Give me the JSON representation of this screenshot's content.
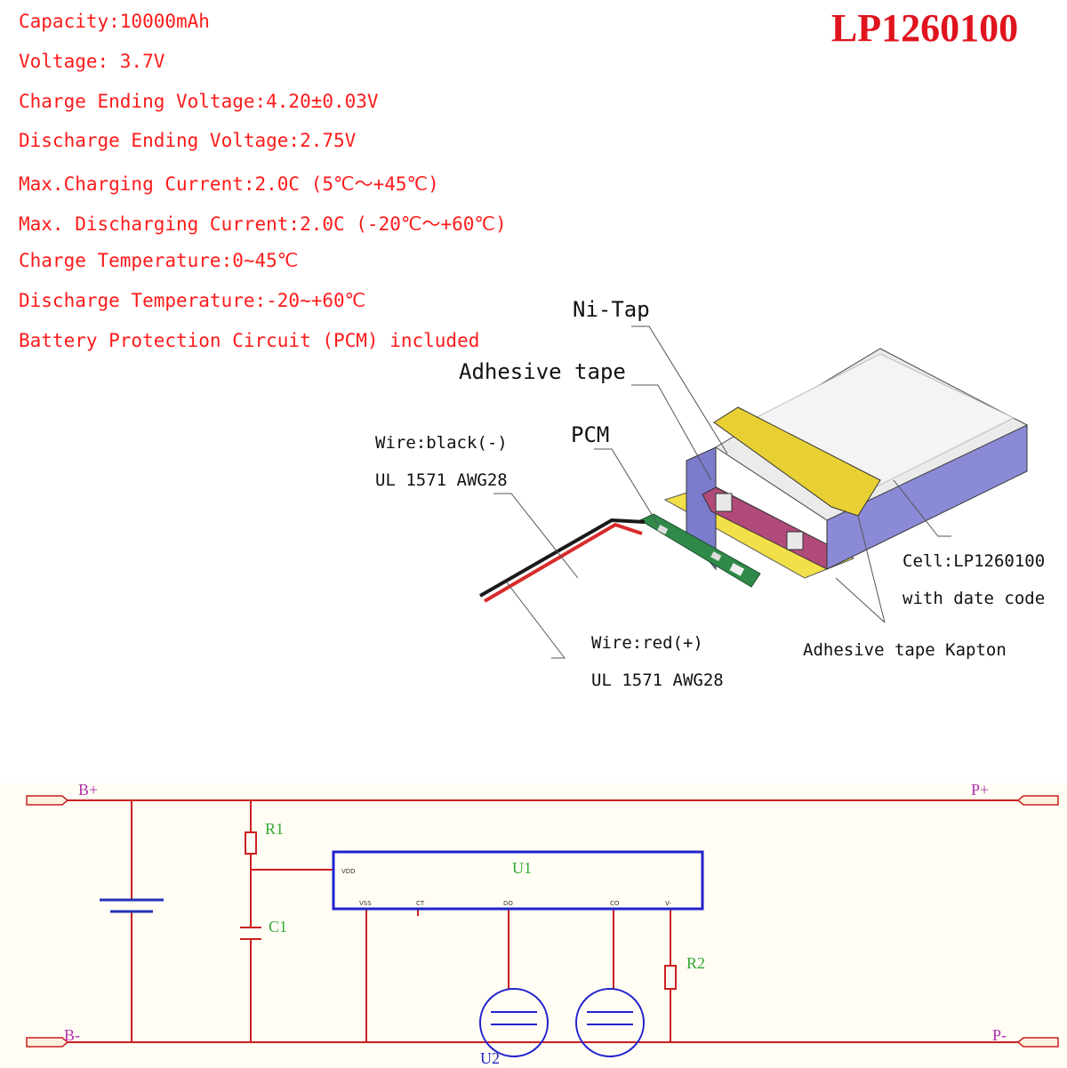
{
  "specs": [
    "Capacity:10000mAh",
    "Voltage: 3.7V",
    "Charge Ending Voltage:4.20±0.03V",
    "Discharge Ending Voltage:2.75V",
    "Max.Charging Current:2.0C (5℃～+45℃)",
    "Max. Discharging Current:2.0C (-20℃～+60℃)",
    "Charge Temperature:0~45℃",
    "Discharge Temperature:-20~+60℃",
    "Battery Protection Circuit (PCM) included"
  ],
  "model": "LP1260100",
  "labels": {
    "ni_tap": "Ni-Tap",
    "adhesive_tape": "Adhesive tape",
    "pcm": "PCM",
    "wire_black": "Wire:black(-)",
    "wire_black_spec": "UL 1571 AWG28",
    "wire_red": "Wire:red(+)",
    "wire_red_spec": "UL 1571 AWG28",
    "cell": "Cell:LP1260100",
    "cell_date": "with date code",
    "kapton": "Adhesive tape Kapton"
  },
  "schematic": {
    "b_plus": "B+",
    "b_minus": "B-",
    "p_plus": "P+",
    "p_minus": "P-",
    "r1": "R1",
    "r2": "R2",
    "c1": "C1",
    "u1": "U1",
    "u2": "U2",
    "pins": [
      "VDD",
      "VSS",
      "CT",
      "DO",
      "CO",
      "V-"
    ]
  },
  "colors": {
    "spec_text": "#ff1a1a",
    "model_text": "#e0141e",
    "wire": "#cc1f1f",
    "ic_outline": "#2222cc",
    "label_purple": "#b030b0",
    "label_green": "#33aa33"
  }
}
